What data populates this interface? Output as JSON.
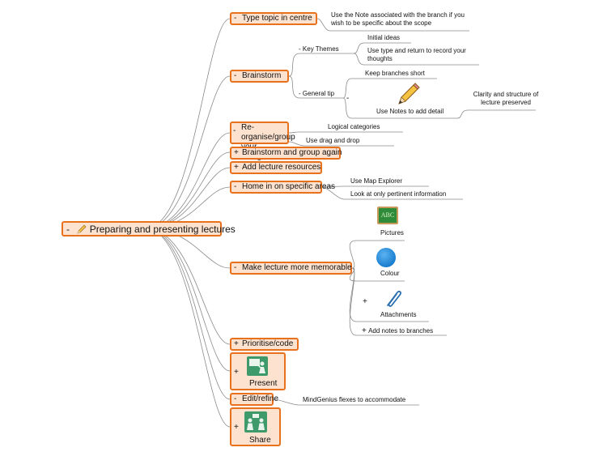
{
  "root": {
    "toggle": "-",
    "label": "Preparing and presenting lectures",
    "icon": "pencil-icon"
  },
  "branches": {
    "type_topic": {
      "toggle": "-",
      "label": "Type topic in centre",
      "note": "Use the Note associated with the branch if you wish to be specific about the scope"
    },
    "brainstorm": {
      "toggle": "-",
      "label": "Brainstorm",
      "key_themes": {
        "toggle": "-",
        "label": "Key Themes",
        "children": [
          "Initial ideas",
          "Use type and return to record your thoughts"
        ]
      },
      "general_tip": {
        "toggle": "-",
        "label": "General tip",
        "children": [
          "Keep branches short"
        ],
        "notes_detail": {
          "toggle": "-",
          "label": "Use Notes to add detail",
          "icon": "pencil-icon",
          "child": "Clarity and structure of lecture preserved"
        }
      }
    },
    "reorganise": {
      "toggle": "-",
      "label": "Re-organise/group your thoughts",
      "children": [
        "Logical categories",
        "Use drag and drop"
      ]
    },
    "brainstorm_again": {
      "toggle": "+",
      "label": "Brainstorm and group again"
    },
    "add_resources": {
      "toggle": "+",
      "label": "Add lecture resources"
    },
    "home_in": {
      "toggle": "-",
      "label": "Home in on specific areas",
      "children": [
        "Use Map Explorer",
        "Look at only pertinent information"
      ]
    },
    "memorable": {
      "toggle": "-",
      "label": "Make lecture more memorable",
      "children": [
        {
          "label": "Pictures",
          "icon": "abc-chalkboard-icon",
          "icon_text": "ABC"
        },
        {
          "label": "Colour",
          "icon": "blue-circle-icon"
        },
        {
          "toggle": "+",
          "label": "Attachments",
          "icon": "paperclip-icon"
        },
        {
          "toggle": "+",
          "label": "Add notes to branches"
        }
      ]
    },
    "prioritise": {
      "toggle": "+",
      "label": "Prioritise/code"
    },
    "present": {
      "toggle": "+",
      "label": "Present",
      "icon": "presenter-icon"
    },
    "edit": {
      "toggle": "-",
      "label": "Edit/refine",
      "children": [
        "MindGenius flexes to accommodate"
      ]
    },
    "share": {
      "toggle": "+",
      "label": "Share",
      "icon": "share-people-icon"
    }
  },
  "colors": {
    "accent": "#e8711d",
    "node_fill": "#fde3cf",
    "line": "#8a8a8a",
    "pictures_green": "#2e8b3a",
    "colour_blue": "#1a7fd0"
  }
}
